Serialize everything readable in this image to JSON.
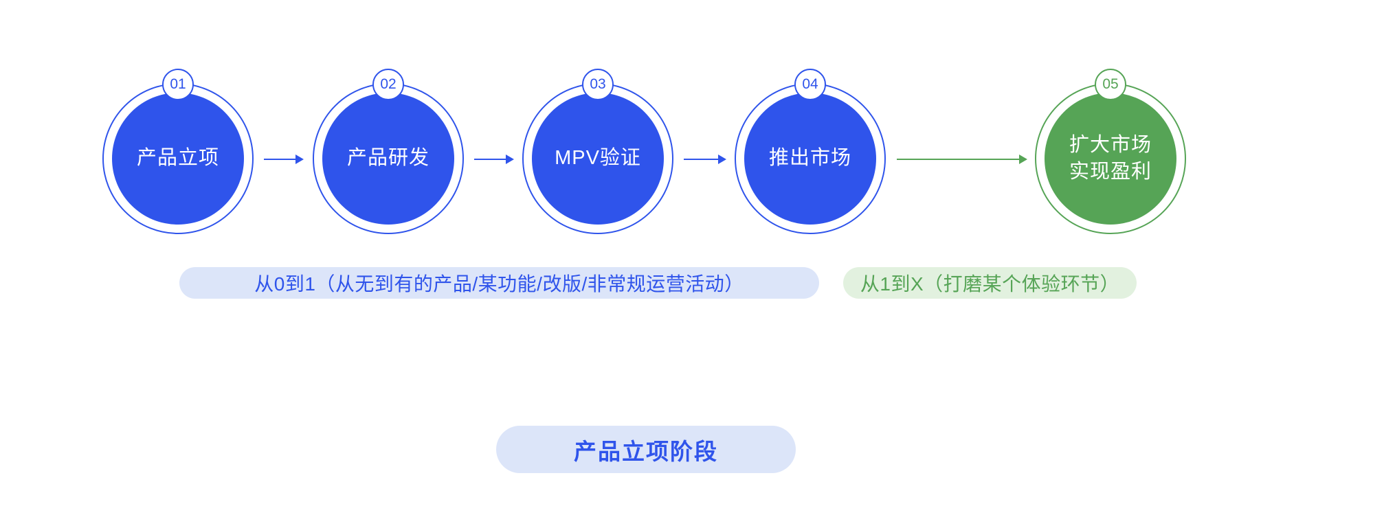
{
  "diagram": {
    "stages": [
      {
        "number": "01",
        "label": "产品立项",
        "color": "blue"
      },
      {
        "number": "02",
        "label": "产品研发",
        "color": "blue"
      },
      {
        "number": "03",
        "label": "MPV验证",
        "color": "blue"
      },
      {
        "number": "04",
        "label": "推出市场",
        "color": "blue"
      },
      {
        "number": "05",
        "label": "扩大市场\n实现盈利",
        "color": "green"
      }
    ],
    "phase_labels": {
      "zero_to_one": "从0到1（从无到有的产品/某功能/改版/非常规运营活动）",
      "one_to_x": "从1到X（打磨某个体验环节）"
    },
    "footer": {
      "title": "产品立项阶段"
    }
  },
  "colors": {
    "blue": "#2f54eb",
    "green": "#56a456",
    "light_blue": "#dce5f9",
    "light_green": "#e2f1df"
  }
}
